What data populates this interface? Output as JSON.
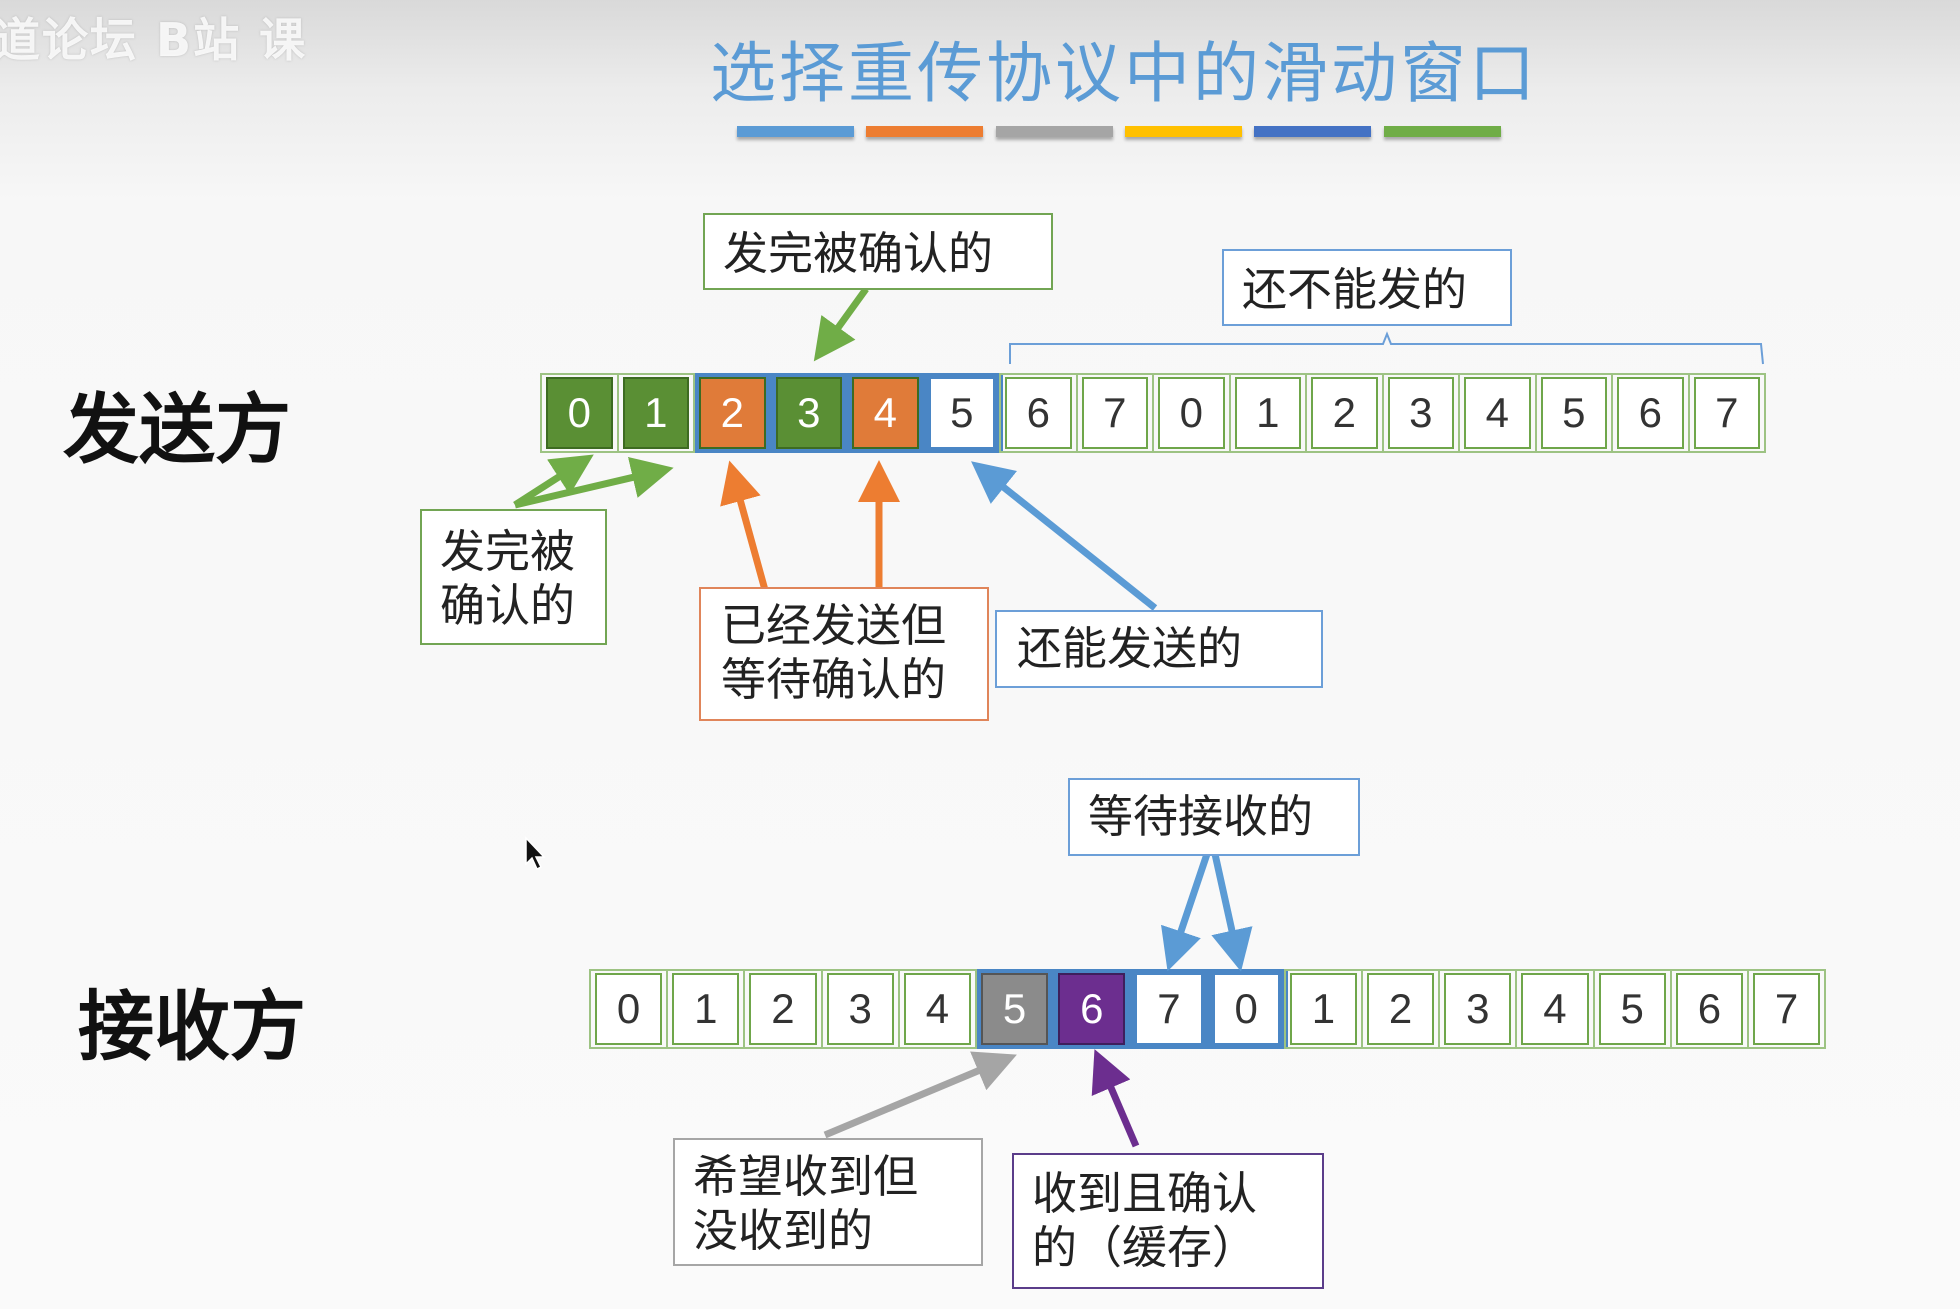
{
  "watermark": "道论坛 B站 课",
  "title": "选择重传协议中的滑动窗口",
  "stripe_colors": [
    "#5b9bd5",
    "#ed7d31",
    "#a5a5a5",
    "#ffc000",
    "#4472c4",
    "#70ad47"
  ],
  "sender": {
    "label": "发送方",
    "cells": [
      "0",
      "1",
      "2",
      "3",
      "4",
      "5",
      "6",
      "7",
      "0",
      "1",
      "2",
      "3",
      "4",
      "5",
      "6",
      "7"
    ],
    "cell_states": [
      "acked",
      "acked",
      "sent-unacked",
      "acked",
      "sent-unacked",
      "can-send",
      "not-yet",
      "not-yet",
      "not-yet",
      "not-yet",
      "not-yet",
      "not-yet",
      "not-yet",
      "not-yet",
      "not-yet",
      "not-yet"
    ],
    "callouts": {
      "acked_top": "发完被确认的",
      "cannot_send": "还不能发的",
      "acked_left_line1": "发完被",
      "acked_left_line2": "确认的",
      "waiting_ack_line1": "已经发送但",
      "waiting_ack_line2": "等待确认的",
      "can_send": "还能发送的"
    }
  },
  "receiver": {
    "label": "接收方",
    "cells": [
      "0",
      "1",
      "2",
      "3",
      "4",
      "5",
      "6",
      "7",
      "0",
      "1",
      "2",
      "3",
      "4",
      "5",
      "6",
      "7"
    ],
    "cell_states": [
      "outside",
      "outside",
      "outside",
      "outside",
      "outside",
      "expected-missing",
      "received-buffered",
      "waiting",
      "waiting",
      "outside",
      "outside",
      "outside",
      "outside",
      "outside",
      "outside",
      "outside"
    ],
    "callouts": {
      "waiting_receive": "等待接收的",
      "expected_line1": "希望收到但",
      "expected_line2": "没收到的",
      "buffered_line1": "收到且确认",
      "buffered_line2": "的（缓存）"
    }
  },
  "colors": {
    "green": "#5a8f34",
    "orange": "#e07b39",
    "blue": "#4a86c5",
    "gray": "#8b8b8b",
    "purple": "#6c2e8f"
  }
}
